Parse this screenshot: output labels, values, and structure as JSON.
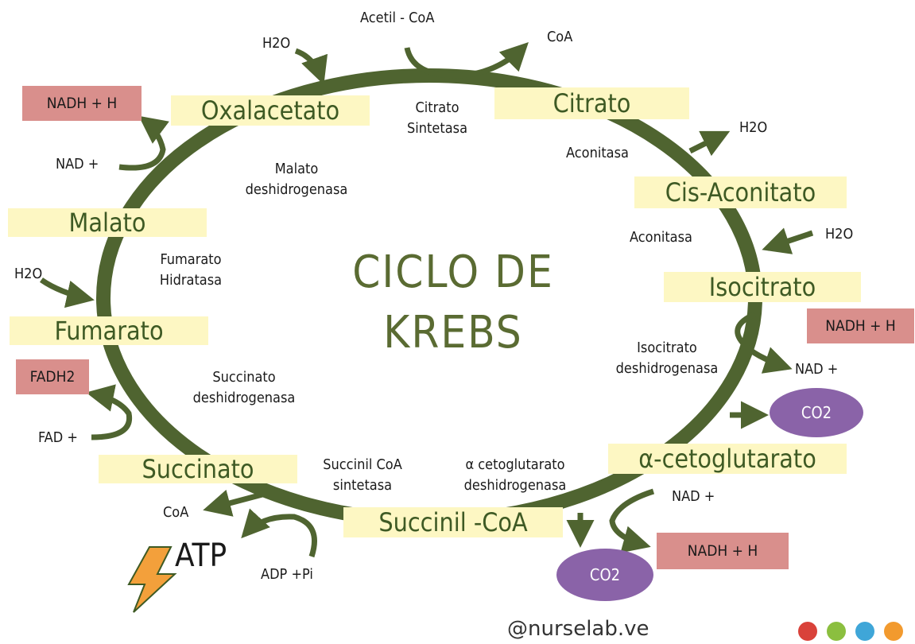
{
  "title": {
    "line1": "CICLO DE",
    "line2": "KREBS"
  },
  "metabolites": {
    "citrato": "Citrato",
    "cis_aconitato": "Cis-Aconitato",
    "isocitrato": "Isocitrato",
    "alfa_cetoglutarato": "α-cetoglutarato",
    "succinil_coa": "Succinil -CoA",
    "succinato": "Succinato",
    "fumarato": "Fumarato",
    "malato": "Malato",
    "oxalacetato": "Oxalacetato"
  },
  "enzymes": {
    "citrato_sintetasa": [
      "Citrato",
      "Sintetasa"
    ],
    "aconitasa_1": "Aconitasa",
    "aconitasa_2": "Aconitasa",
    "isocitrato_deshidrogenasa": [
      "Isocitrato",
      "deshidrogenasa"
    ],
    "alfa_cetoglutarato_deshidrogenasa": [
      "α cetoglutarato",
      "deshidrogenasa"
    ],
    "succinil_coa_sintetasa": [
      "Succinil CoA",
      "sintetasa"
    ],
    "succinato_deshidrogenasa": [
      "Succinato",
      "deshidrogenasa"
    ],
    "fumarato_hidratasa": [
      "Fumarato",
      "Hidratasa"
    ],
    "malato_deshidrogenasa": [
      "Malato",
      "deshidrogenasa"
    ]
  },
  "labels": {
    "acetil_coa": "Acetil - CoA",
    "coa_top": "CoA",
    "h2o_top": "H2O",
    "h2o_right_1": "H2O",
    "h2o_right_2": "H2O",
    "nad_right": "NAD +",
    "nad_bottom": "NAD +",
    "coa_bottom": "CoA",
    "adp_pi": "ADP +Pi",
    "atp": "ATP",
    "fad": "FAD +",
    "h2o_left": "H2O",
    "nad_left": "NAD +"
  },
  "boxes": {
    "nadh_top_left": "NADH + H",
    "nadh_right": "NADH + H",
    "nadh_bottom": "NADH + H",
    "fadh2": "FADH2"
  },
  "co2": {
    "right": "CO2",
    "bottom": "CO2"
  },
  "footer": {
    "handle": "@nurselab.ve"
  },
  "colors": {
    "cycle_arrow": "#4f6430",
    "metabolite_bg": "#fdf7c3",
    "metabolite_text": "#3e5a24",
    "nadh_box": "#d98f8c",
    "co2_fill": "#8a63a8",
    "title_text": "#5a6b32",
    "atp_bolt": "#f3a03b",
    "dots": [
      "#d9423a",
      "#8bbf3f",
      "#3fa6d8",
      "#f29a2e"
    ]
  }
}
